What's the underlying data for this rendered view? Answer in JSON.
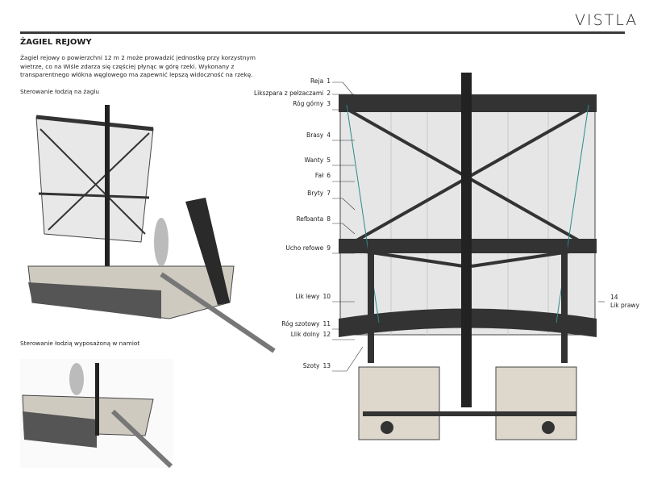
{
  "logo": "VISTLA",
  "title": "ŻAGIEL REJOWY",
  "paragraph": "Żagiel rejowy o powierzchni 12 m 2 może prowadzić jednostkę przy korzystnym wietrze, co na Wiśle zdarza się częściej płynąc w górę rzeki. Wykonany z transparentnego włókna węglowego ma zapewnić lepszą widoczność na rzekę.",
  "captions": {
    "sail": "Sterowanie łodzią na żaglu",
    "tent": "Sterowanie łodzią wyposażoną w namiot"
  },
  "labels": [
    {
      "name": "Reja",
      "num": "1"
    },
    {
      "name": "Likszpara z pełzaczami",
      "num": "2"
    },
    {
      "name": "Róg górny",
      "num": "3"
    },
    {
      "name": "Brasy",
      "num": "4"
    },
    {
      "name": "Wanty",
      "num": "5"
    },
    {
      "name": "Fał",
      "num": "6"
    },
    {
      "name": "Bryty",
      "num": "7"
    },
    {
      "name": "Refbanta",
      "num": "8"
    },
    {
      "name": "Ucho refowe",
      "num": "9"
    },
    {
      "name": "Lik lewy",
      "num": "10"
    },
    {
      "name": "Róg szotowy",
      "num": "11"
    },
    {
      "name": "Llik dolny",
      "num": "12"
    },
    {
      "name": "Szoty",
      "num": "13"
    }
  ],
  "label14": {
    "num": "14",
    "name": "Lik prawy"
  }
}
